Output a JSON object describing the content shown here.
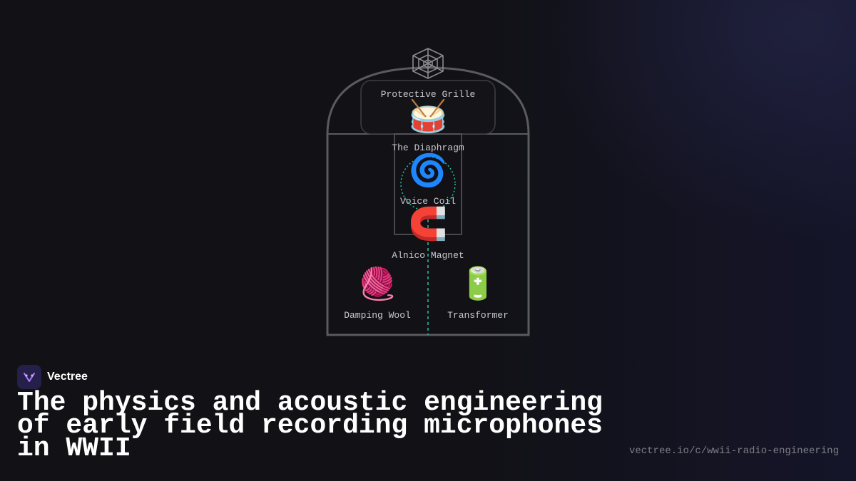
{
  "diagram": {
    "icons": {
      "grille": "spider-web-icon",
      "diaphragm": "drum-icon",
      "voice_coil": "spiral-icon",
      "magnet": "magnet-icon",
      "damping": "yarn-ball-icon",
      "transformer": "battery-icon"
    },
    "labels": {
      "grille": "Protective Grille",
      "diaphragm": "The Diaphragm",
      "voice_coil": "Voice Coil",
      "magnet": "Alnico Magnet",
      "damping": "Damping Wool",
      "transformer": "Transformer"
    },
    "colors": {
      "outline": "#5a5a5f",
      "accent": "#2fbfa0"
    }
  },
  "brand": {
    "name": "Vectree",
    "logo_icon": "vectree-logo-icon"
  },
  "headline": "The physics and acoustic engineering of early field recording microphones in WWII",
  "url": "vectree.io/c/wwii-radio-engineering"
}
